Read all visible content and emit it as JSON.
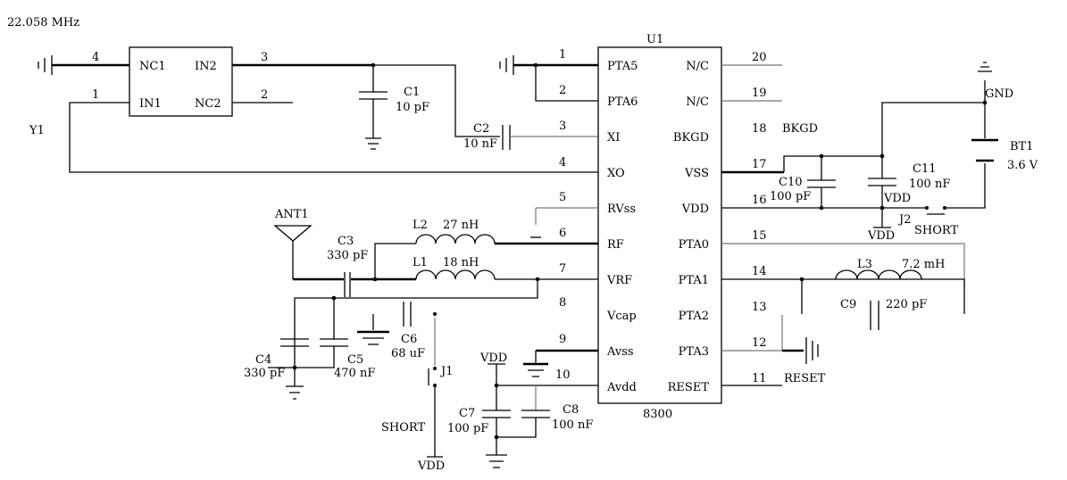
{
  "header": {
    "frequency": "22.058 MHz"
  },
  "crystal": {
    "ref": "Y1",
    "pins": {
      "nc1": "NC1",
      "in2": "IN2",
      "in1": "IN1",
      "nc2": "NC2"
    },
    "pin_numbers": {
      "nc1": "4",
      "in2": "3",
      "in1": "1",
      "nc2": "2"
    }
  },
  "ic": {
    "ref": "U1",
    "part": "8300",
    "left_pins": [
      {
        "num": "1",
        "name": "PTA5"
      },
      {
        "num": "2",
        "name": "PTA6"
      },
      {
        "num": "3",
        "name": "XI"
      },
      {
        "num": "4",
        "name": "XO"
      },
      {
        "num": "5",
        "name": "RVss"
      },
      {
        "num": "6",
        "name": "RF"
      },
      {
        "num": "7",
        "name": "VRF"
      },
      {
        "num": "8",
        "name": "Vcap"
      },
      {
        "num": "9",
        "name": "Avss"
      },
      {
        "num": "10",
        "name": "Avdd"
      }
    ],
    "right_pins": [
      {
        "num": "20",
        "name": "N/C"
      },
      {
        "num": "19",
        "name": "N/C"
      },
      {
        "num": "18",
        "name": "BKGD"
      },
      {
        "num": "17",
        "name": "VSS"
      },
      {
        "num": "16",
        "name": "VDD"
      },
      {
        "num": "15",
        "name": "PTA0"
      },
      {
        "num": "14",
        "name": "PTA1"
      },
      {
        "num": "13",
        "name": "PTA2"
      },
      {
        "num": "12",
        "name": "PTA3"
      },
      {
        "num": "11",
        "name": "RESET"
      }
    ]
  },
  "components": {
    "c1": {
      "ref": "C1",
      "value": "10 pF"
    },
    "c2": {
      "ref": "C2",
      "value": "10 nF"
    },
    "c3": {
      "ref": "C3",
      "value": "330 pF"
    },
    "c4": {
      "ref": "C4",
      "value": "330 pF"
    },
    "c5": {
      "ref": "C5",
      "value": "470 nF"
    },
    "c6": {
      "ref": "C6",
      "value": "68 uF"
    },
    "c7": {
      "ref": "C7",
      "value": "100 pF"
    },
    "c8": {
      "ref": "C8",
      "value": "100 nF"
    },
    "c9": {
      "ref": "C9",
      "value": "220 pF"
    },
    "c10": {
      "ref": "C10",
      "value": "100 pF"
    },
    "c11": {
      "ref": "C11",
      "value": "100 nF"
    },
    "l1": {
      "ref": "L1",
      "value": "18 nH"
    },
    "l2": {
      "ref": "L2",
      "value": "27 nH"
    },
    "l3": {
      "ref": "L3",
      "value": "7.2 mH"
    },
    "antenna": {
      "ref": "ANT1"
    },
    "battery": {
      "ref": "BT1",
      "value": "3.6 V"
    },
    "j1": {
      "ref": "J1",
      "label": "SHORT"
    },
    "j2": {
      "ref": "J2",
      "label": "SHORT"
    }
  },
  "nets": {
    "gnd": "GND",
    "vdd": "VDD",
    "bkgd": "BKGD",
    "reset": "RESET"
  }
}
